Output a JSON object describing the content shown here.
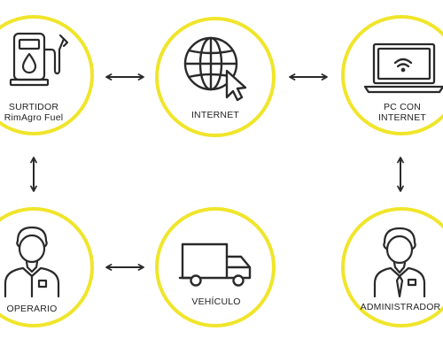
{
  "colors": {
    "ring": "#f0e52a",
    "stroke": "#2a2a2a",
    "text": "#222222"
  },
  "nodes": {
    "surtidor": {
      "label_line1": "SURTIDOR",
      "label_line2": "RimAgro Fuel",
      "icon": "fuel-pump-icon"
    },
    "internet": {
      "label": "INTERNET",
      "icon": "globe-cursor-icon"
    },
    "pc": {
      "label_line1": "PC CON",
      "label_line2": "INTERNET",
      "icon": "laptop-wifi-icon"
    },
    "operario": {
      "label": "OPERARIO",
      "icon": "worker-icon"
    },
    "vehiculo": {
      "label": "VEHÍCULO",
      "icon": "truck-icon"
    },
    "administrador": {
      "label": "ADMINISTRADOR",
      "icon": "admin-icon"
    }
  },
  "connections": [
    {
      "from": "surtidor",
      "to": "internet",
      "direction": "both"
    },
    {
      "from": "internet",
      "to": "pc",
      "direction": "both"
    },
    {
      "from": "surtidor",
      "to": "operario",
      "direction": "both"
    },
    {
      "from": "pc",
      "to": "administrador",
      "direction": "both"
    },
    {
      "from": "operario",
      "to": "vehiculo",
      "direction": "both"
    }
  ]
}
